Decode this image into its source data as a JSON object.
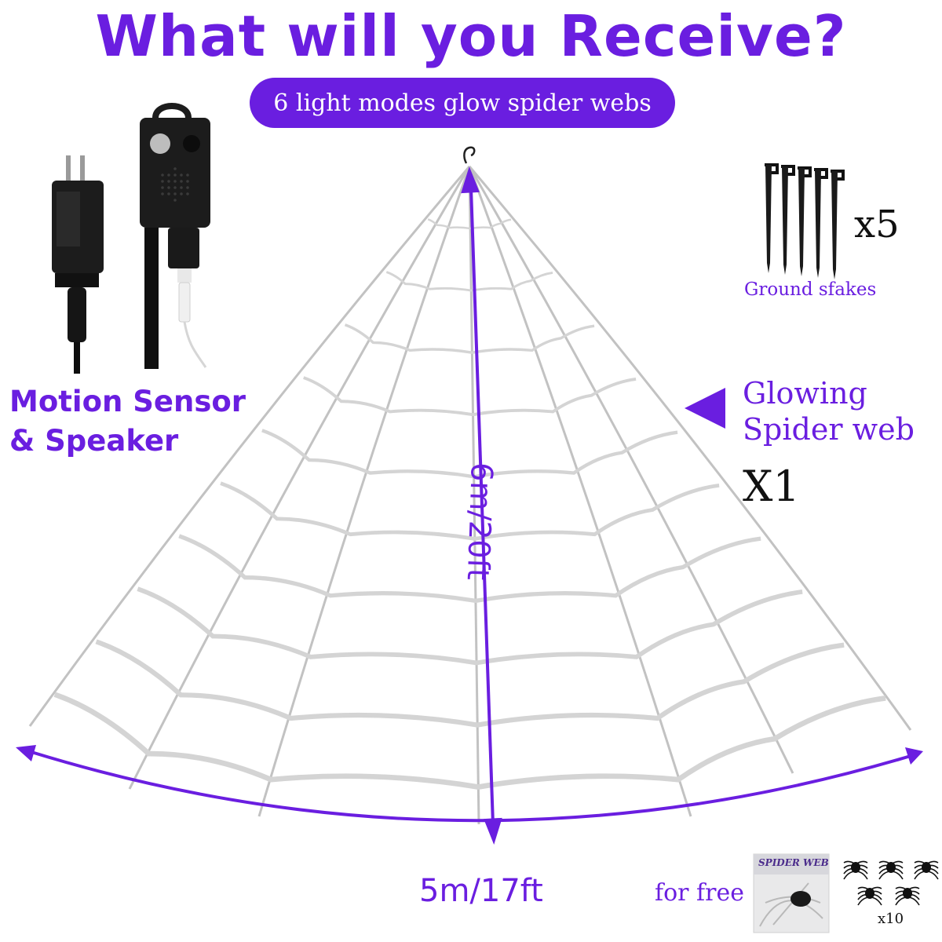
{
  "headline": "What will you Receive?",
  "subtitle": "6 light modes glow spider webs",
  "accessories": {
    "motion_sensor_label_line1": "Motion Sensor",
    "motion_sensor_label_line2": "& Speaker",
    "stakes_count": "x5",
    "stakes_label": "Ground sfakes"
  },
  "web": {
    "label_line1": "Glowing",
    "label_line2": "Spider web",
    "count": "X1",
    "height_label": "6m/20ft",
    "width_label": "5m/17ft"
  },
  "bonus": {
    "free_label": "for free",
    "package_label": "SPIDER WEB",
    "spiders_count": "x10"
  },
  "colors": {
    "accent": "#6a1ee0",
    "pill": "#6a1ee0",
    "dark_text": "#111111",
    "web_strand": "#c2c2c2",
    "device": "#1c1c1c"
  }
}
